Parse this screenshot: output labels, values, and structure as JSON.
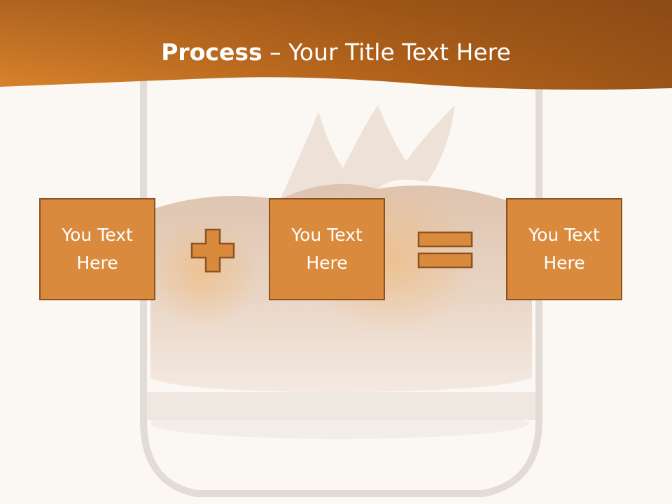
{
  "title": {
    "bold": "Process",
    "rest": " – Your Title Text Here"
  },
  "boxes": [
    {
      "text": "You Text Here"
    },
    {
      "text": "You Text Here"
    },
    {
      "text": "You Text Here"
    }
  ],
  "operators": {
    "first": "plus-icon",
    "second": "equals-icon"
  },
  "colors": {
    "header": "#c0731e",
    "box_fill": "#d98a3c",
    "box_border": "#8d5222",
    "background": "#fbf7f3"
  }
}
